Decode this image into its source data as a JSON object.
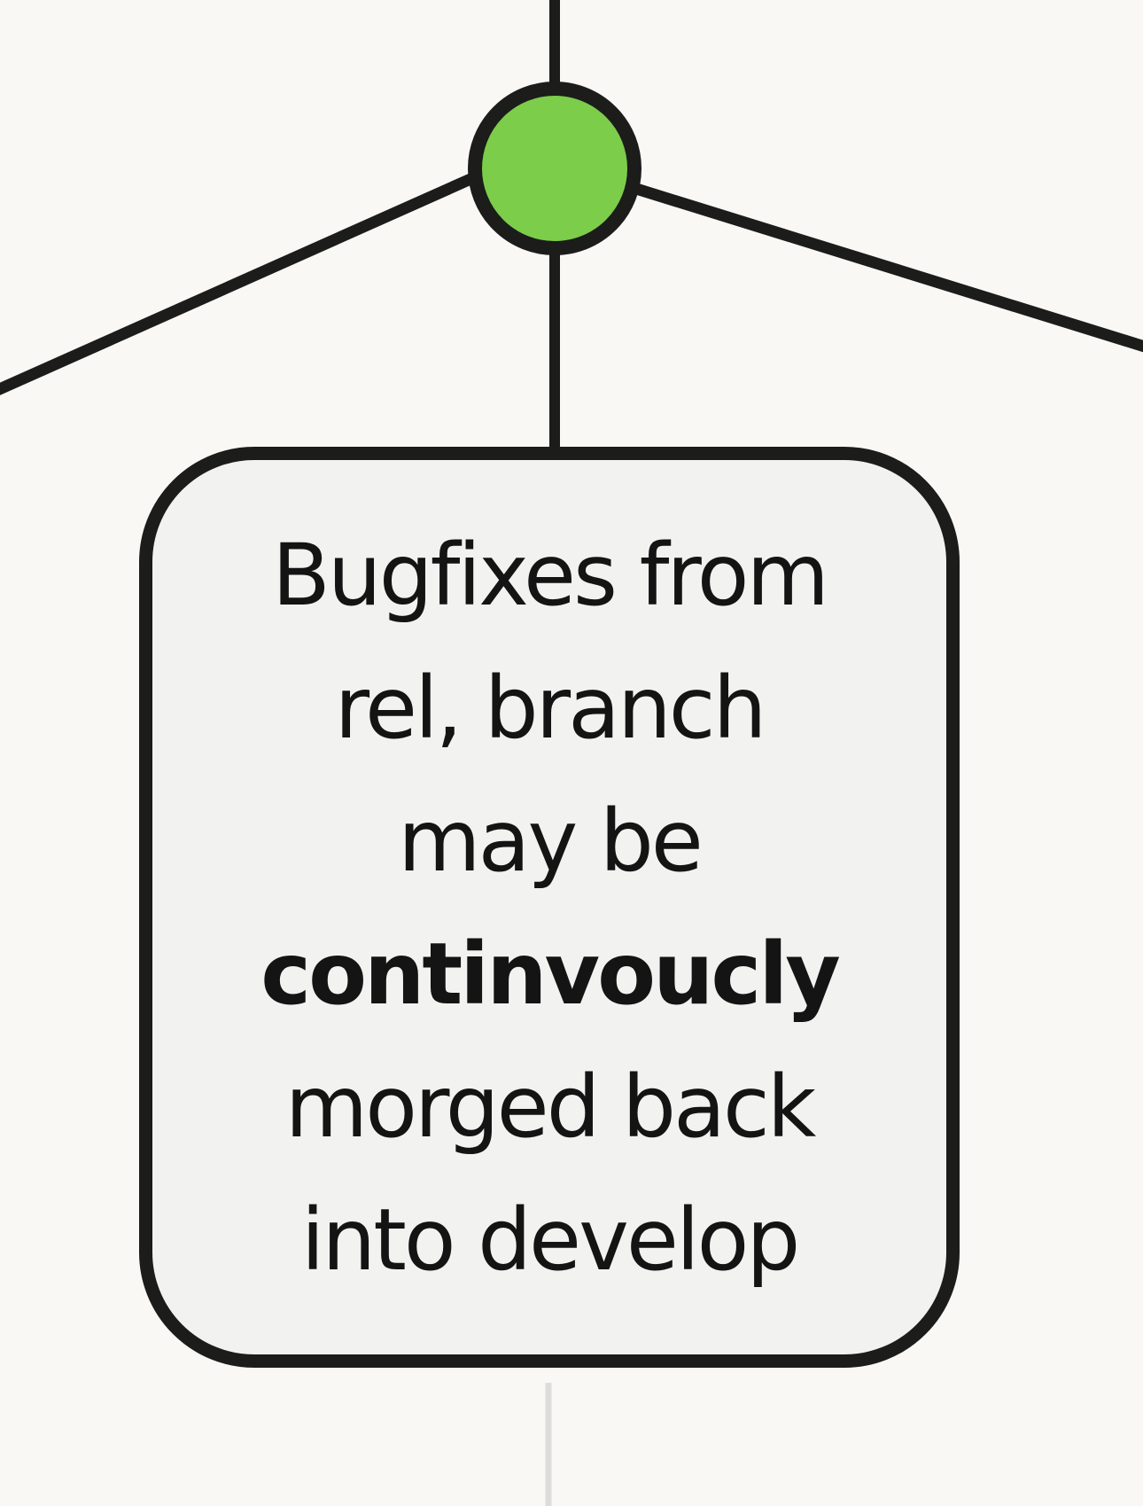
{
  "node": {
    "fill_color": "#7ccd4a",
    "stroke_color": "#1c1c1b"
  },
  "note": {
    "lines": [
      "Bugfixes from",
      "rel, branch",
      "may be",
      "continvoucly",
      "morged back",
      "into develop"
    ],
    "bold_line_index": 3
  }
}
